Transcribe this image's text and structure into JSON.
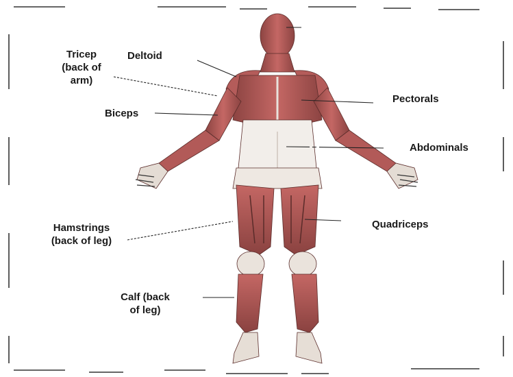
{
  "labels": {
    "tricep": "Tricep\n(back of\narm)",
    "deltoid": "Deltoid",
    "biceps": "Biceps",
    "pectorals": "Pectorals",
    "abdominals": "Abdominals",
    "hamstrings": "Hamstrings\n(back of leg)",
    "quadriceps": "Quadriceps",
    "calf": "Calf (back\nof leg)"
  },
  "colors": {
    "muscle": "#b85a58",
    "muscle_dark": "#7a3a38",
    "tendon": "#e8e2dc",
    "leader_line": "#222222",
    "label_text": "#1a1a1a"
  }
}
